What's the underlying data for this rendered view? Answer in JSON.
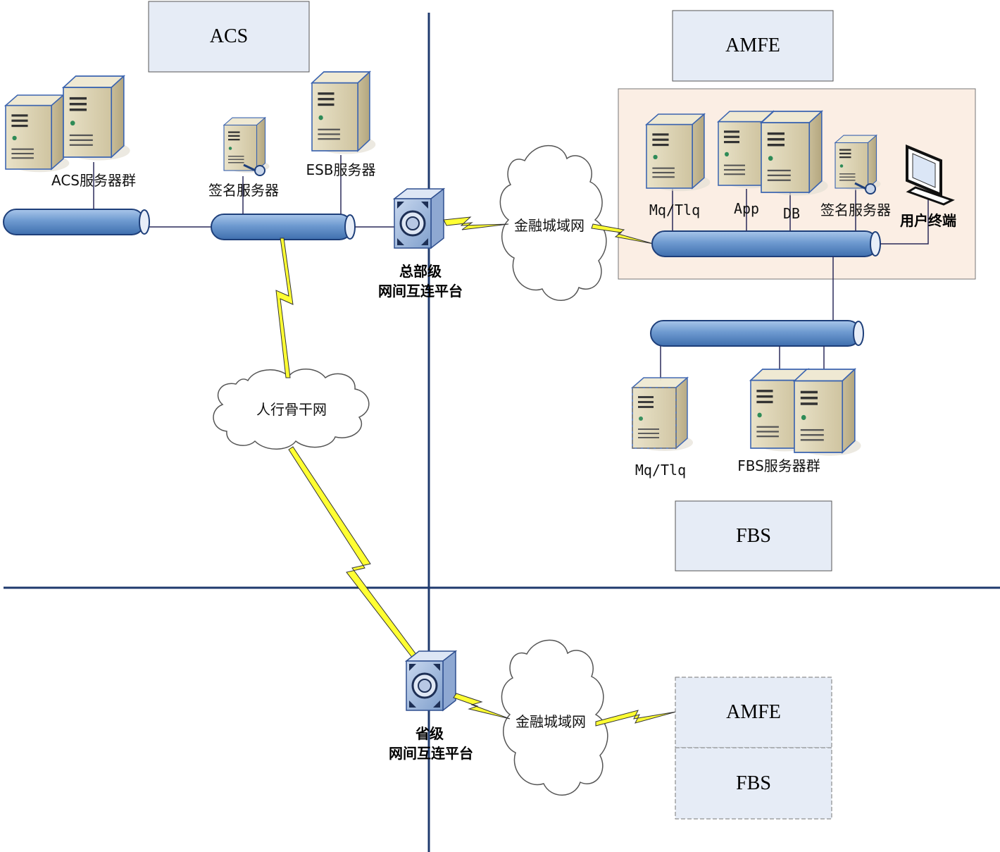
{
  "hq": {
    "acs_box": "ACS",
    "amfe_box": "AMFE",
    "fbs_box": "FBS",
    "acs_cluster": "ACS服务器群",
    "sign_server_left": "签名服务器",
    "esb_server": "ESB服务器",
    "gateway_line1": "总部级",
    "gateway_line2": "网间互连平台",
    "metro_net": "金融城域网",
    "backbone": "人行骨干网",
    "amfe_servers": {
      "mq": "Mq/Tlq",
      "app": "App",
      "db": "DB",
      "sign": "签名服务器",
      "terminal": "用户终端"
    },
    "fbs_servers": {
      "mq": "Mq/Tlq",
      "cluster": "FBS服务器群"
    }
  },
  "province": {
    "gateway_line1": "省级",
    "gateway_line2": "网间互连平台",
    "metro_net": "金融城域网",
    "amfe_box": "AMFE",
    "fbs_box": "FBS"
  },
  "colors": {
    "divider": "#1f3a6e",
    "box_fill": "#e6ecf6",
    "amfe_zone": "#fbeee4",
    "bus": "#6e9ad0",
    "lightning": "#ffff33",
    "server_body": "#d8cfae"
  }
}
